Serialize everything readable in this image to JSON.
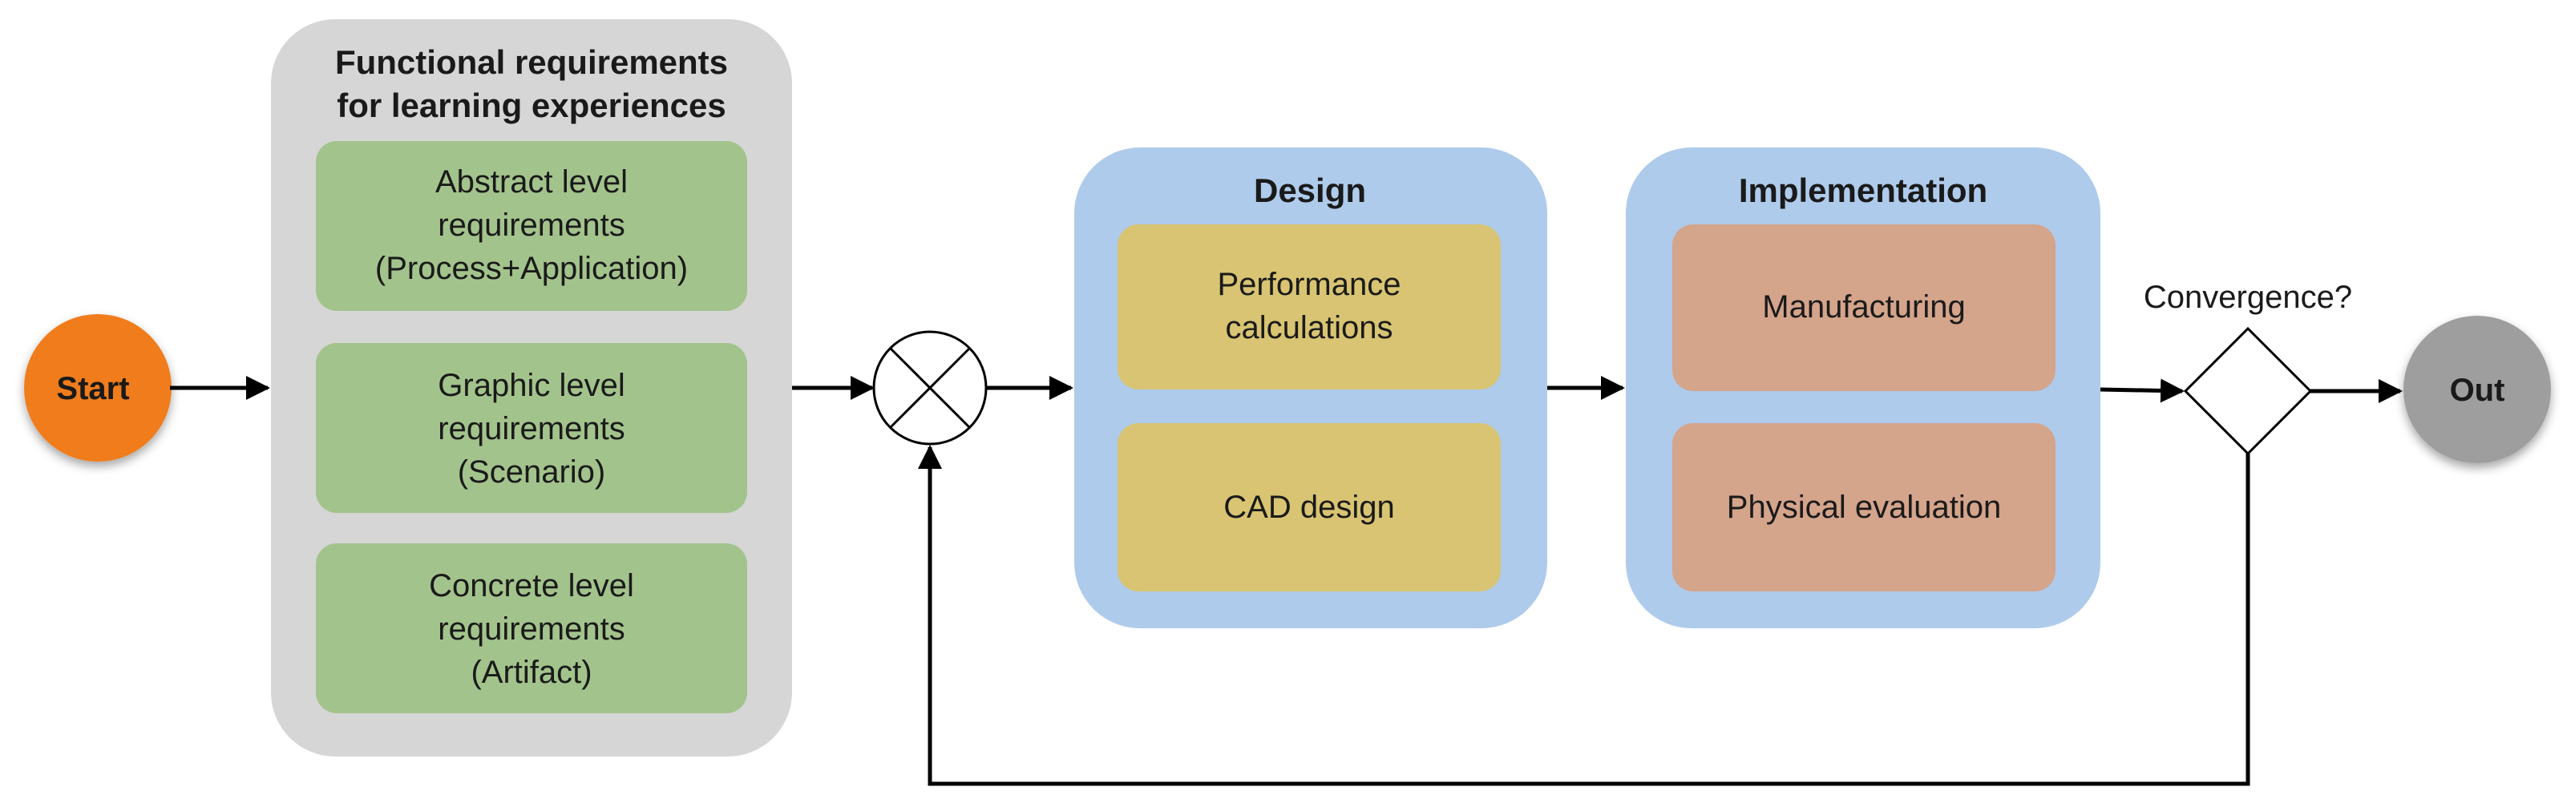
{
  "colors": {
    "start_node": "#f07c1e",
    "out_node": "#9e9e9e",
    "requirements_panel": "#d6d6d6",
    "requirement_box": "#a3c38c",
    "design_panel": "#aecbeb",
    "design_box": "#d8c472",
    "implementation_box": "#d4a48b",
    "line": "#000000"
  },
  "start": {
    "label": "Start"
  },
  "out": {
    "label": "Out"
  },
  "requirements": {
    "title_line1": "Functional requirements",
    "title_line2": "for learning experiences",
    "abstract": {
      "line1": "Abstract level",
      "line2": "requirements",
      "line3": "(Process+Application)"
    },
    "graphic": {
      "line1": "Graphic level",
      "line2": "requirements",
      "line3": "(Scenario)"
    },
    "concrete": {
      "line1": "Concrete level",
      "line2": "requirements",
      "line3": "(Artifact)"
    }
  },
  "design": {
    "title": "Design",
    "performance": {
      "line1": "Performance",
      "line2": "calculations"
    },
    "cad": "CAD design"
  },
  "implementation": {
    "title": "Implementation",
    "manufacturing": "Manufacturing",
    "physical": "Physical evaluation"
  },
  "decision": {
    "label": "Convergence?"
  },
  "icons": {
    "summing_junction": "circle-x-icon",
    "decision": "diamond-icon",
    "arrow": "arrowhead-icon"
  }
}
